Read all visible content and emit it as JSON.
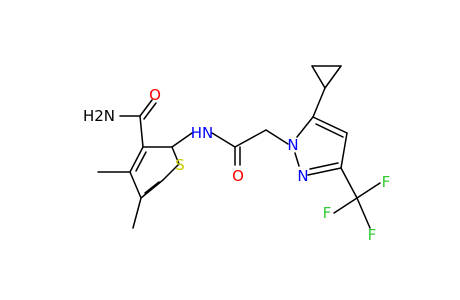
{
  "atoms": {
    "amide_nh2": {
      "text": "H2N",
      "color": "#000000"
    },
    "amide_o": {
      "text": "O",
      "color": "#ff0000"
    },
    "nh": {
      "text": "HN",
      "color": "#0000ff"
    },
    "thiophene_s": {
      "text": "S",
      "color": "#cccc00"
    },
    "acetyl_o": {
      "text": "O",
      "color": "#ff0000"
    },
    "pyrazole_n1": {
      "text": "N",
      "color": "#0000ff"
    },
    "pyrazole_n2": {
      "text": "N",
      "color": "#0000ff"
    },
    "f1": {
      "text": "F",
      "color": "#33cc33"
    },
    "f2": {
      "text": "F",
      "color": "#33cc33"
    },
    "f3": {
      "text": "F",
      "color": "#33cc33"
    }
  }
}
